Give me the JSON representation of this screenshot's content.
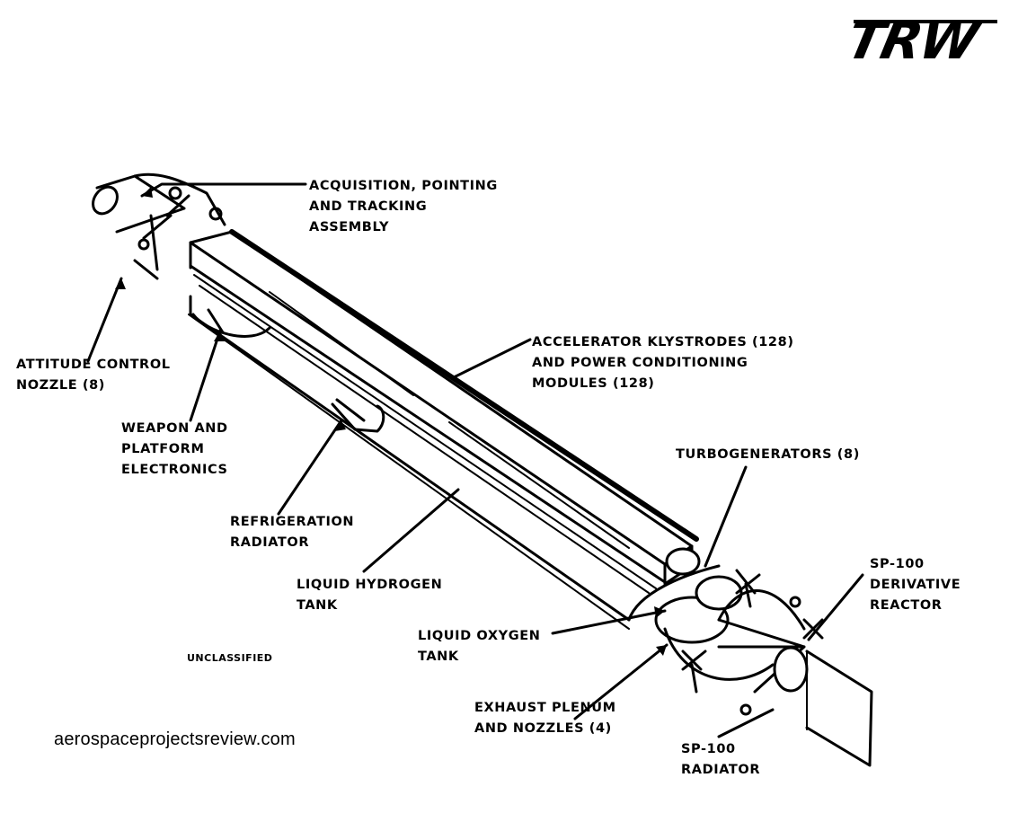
{
  "logo": {
    "text": "TRW"
  },
  "labels": {
    "acquisition": [
      "ACQUISITION, POINTING",
      "AND TRACKING",
      "ASSEMBLY"
    ],
    "attitude": [
      "ATTITUDE CONTROL",
      "NOZZLE (8)"
    ],
    "accelerator": [
      "ACCELERATOR KLYSTRODES (128)",
      "AND POWER CONDITIONING",
      "MODULES (128)"
    ],
    "weapon": [
      "WEAPON AND",
      "PLATFORM",
      "ELECTRONICS"
    ],
    "turbo": [
      "TURBOGENERATORS (8)"
    ],
    "refrigeration": [
      "REFRIGERATION",
      "RADIATOR"
    ],
    "sp100reactor": [
      "SP-100",
      "DERIVATIVE",
      "REACTOR"
    ],
    "lh2": [
      "LIQUID HYDROGEN",
      "TANK"
    ],
    "lox": [
      "LIQUID OXYGEN",
      "TANK"
    ],
    "exhaust": [
      "EXHAUST PLENUM",
      "AND NOZZLES (4)"
    ],
    "sp100radiator": [
      "SP-100",
      "RADIATOR"
    ]
  },
  "classification": "UNCLASSIFIED",
  "watermark": "aerospaceprojectsreview.com"
}
